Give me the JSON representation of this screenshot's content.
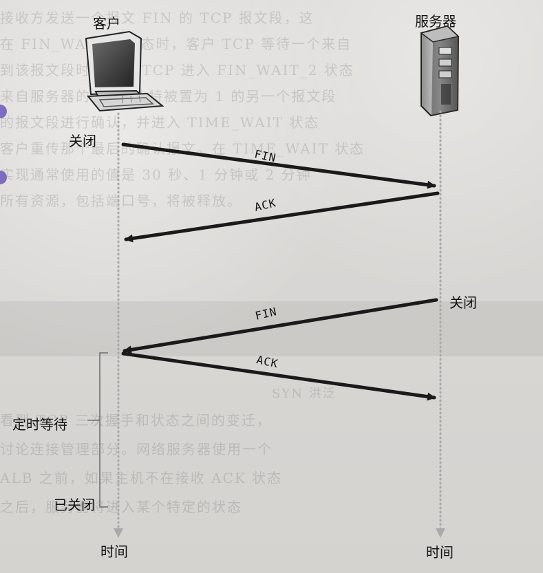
{
  "client": {
    "title": "客户",
    "close_label": "关闭",
    "time_wait_label": "定时等待",
    "closed_label": "已关闭",
    "time_label": "时间"
  },
  "server": {
    "title": "服务器",
    "close_label": "关闭",
    "time_label": "时间"
  },
  "messages": {
    "fin_1": "FIN",
    "ack_1": "ACK",
    "fin_2": "FIN",
    "ack_2": "ACK"
  },
  "colors": {
    "arrow": "#1a1a1a",
    "timeline": "#a9a9a9"
  },
  "icons": {
    "client": "desktop-computer-icon",
    "server": "server-tower-icon"
  }
}
